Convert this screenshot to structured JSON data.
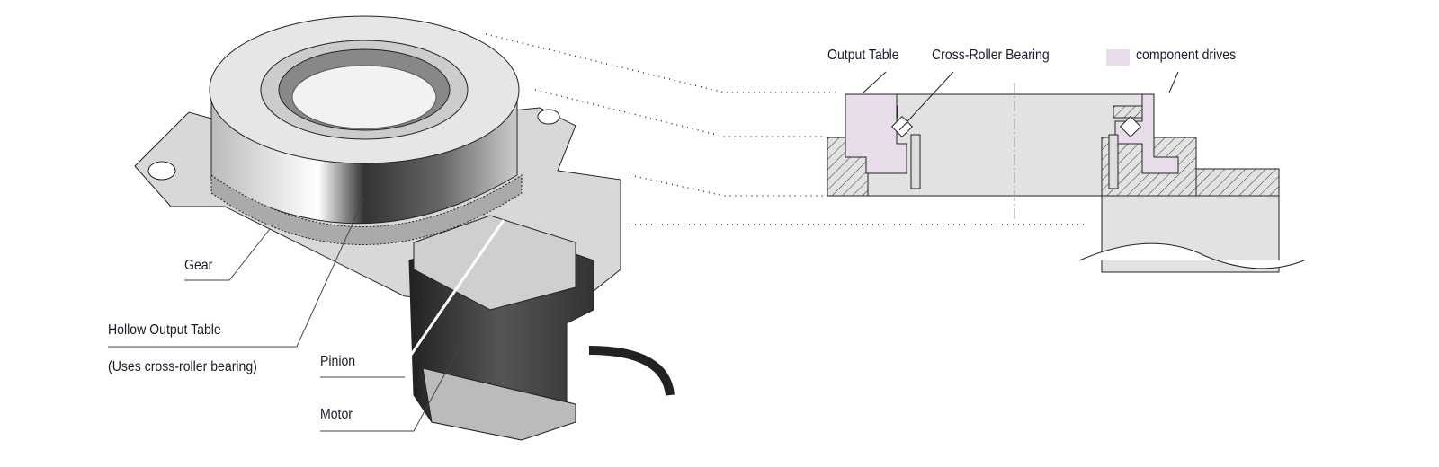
{
  "title": "Hollow rotary actuator structure",
  "left_labels": {
    "gear": "Gear",
    "hollow_output_table": "Hollow Output Table",
    "hollow_output_table_note": "(Uses cross-roller bearing)",
    "pinion": "Pinion",
    "motor": "Motor"
  },
  "section_labels": {
    "output_table": "Output Table",
    "cross_roller_bearing": "Cross-Roller Bearing",
    "legend_label": "component drives"
  },
  "colors": {
    "legend_swatch": "#e8dcea",
    "section_fill": "#e2e2e2",
    "text": "#1a1a2a"
  }
}
